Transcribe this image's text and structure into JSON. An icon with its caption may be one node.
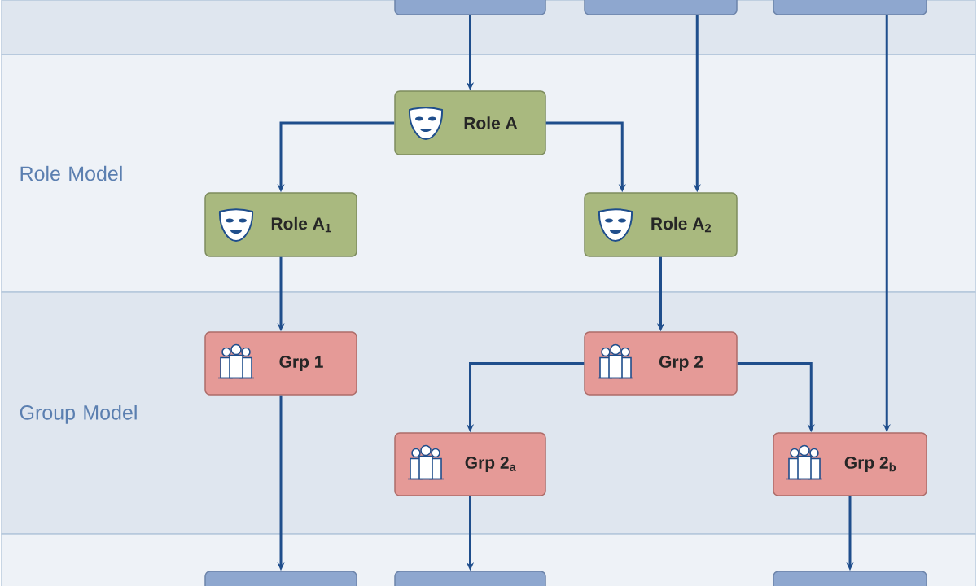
{
  "diagram": {
    "nodes": [
      {
        "text": [],
        "shape": "box"
      },
      {
        "text": [],
        "shape": "box"
      },
      {
        "text": [],
        "shape": "box"
      },
      {
        "text": [
          "Role A"
        ]
      },
      {
        "text": [
          "Role A$_{1}$"
        ]
      },
      {
        "text": [
          "Role A$_{2}$"
        ]
      },
      {
        "text": [
          "Grp 1"
        ]
      },
      {
        "text": [
          "Grp 2"
        ]
      },
      {
        "text": [
          "Grp 2$_{a}$"
        ]
      },
      {
        "text": [
          "Grp 2$_{b}$"
        ]
      },
      {
        "text": [],
        "shape": "box"
      },
      {
        "text": [],
        "shape": "box"
      },
      {
        "text": [],
        "shape": "box"
      }
    ],
    "edges": [
      {
        "from": 0,
        "to": 3,
        "arrow": "to"
      },
      {
        "from": 1,
        "to": 5,
        "arrow": "to"
      },
      {
        "from": 2,
        "to": 9,
        "arrow": "to"
      },
      {
        "from": 3,
        "to": 4,
        "arrow": "to"
      },
      {
        "from": 3,
        "to": 5,
        "arrow": "to"
      },
      {
        "from": 4,
        "to": 6,
        "arrow": "to"
      },
      {
        "from": 5,
        "to": 7,
        "arrow": "to"
      },
      {
        "from": 7,
        "to": 8,
        "arrow": "to"
      },
      {
        "from": 7,
        "to": 9,
        "arrow": "to"
      },
      {
        "from": 6,
        "to": 10,
        "arrow": "to"
      },
      {
        "from": 8,
        "to": 11,
        "arrow": "to"
      },
      {
        "from": 9,
        "to": 12,
        "arrow": "to"
      }
    ],
    "labels": [
      "Role Model",
      "Group Model"
    ]
  }
}
